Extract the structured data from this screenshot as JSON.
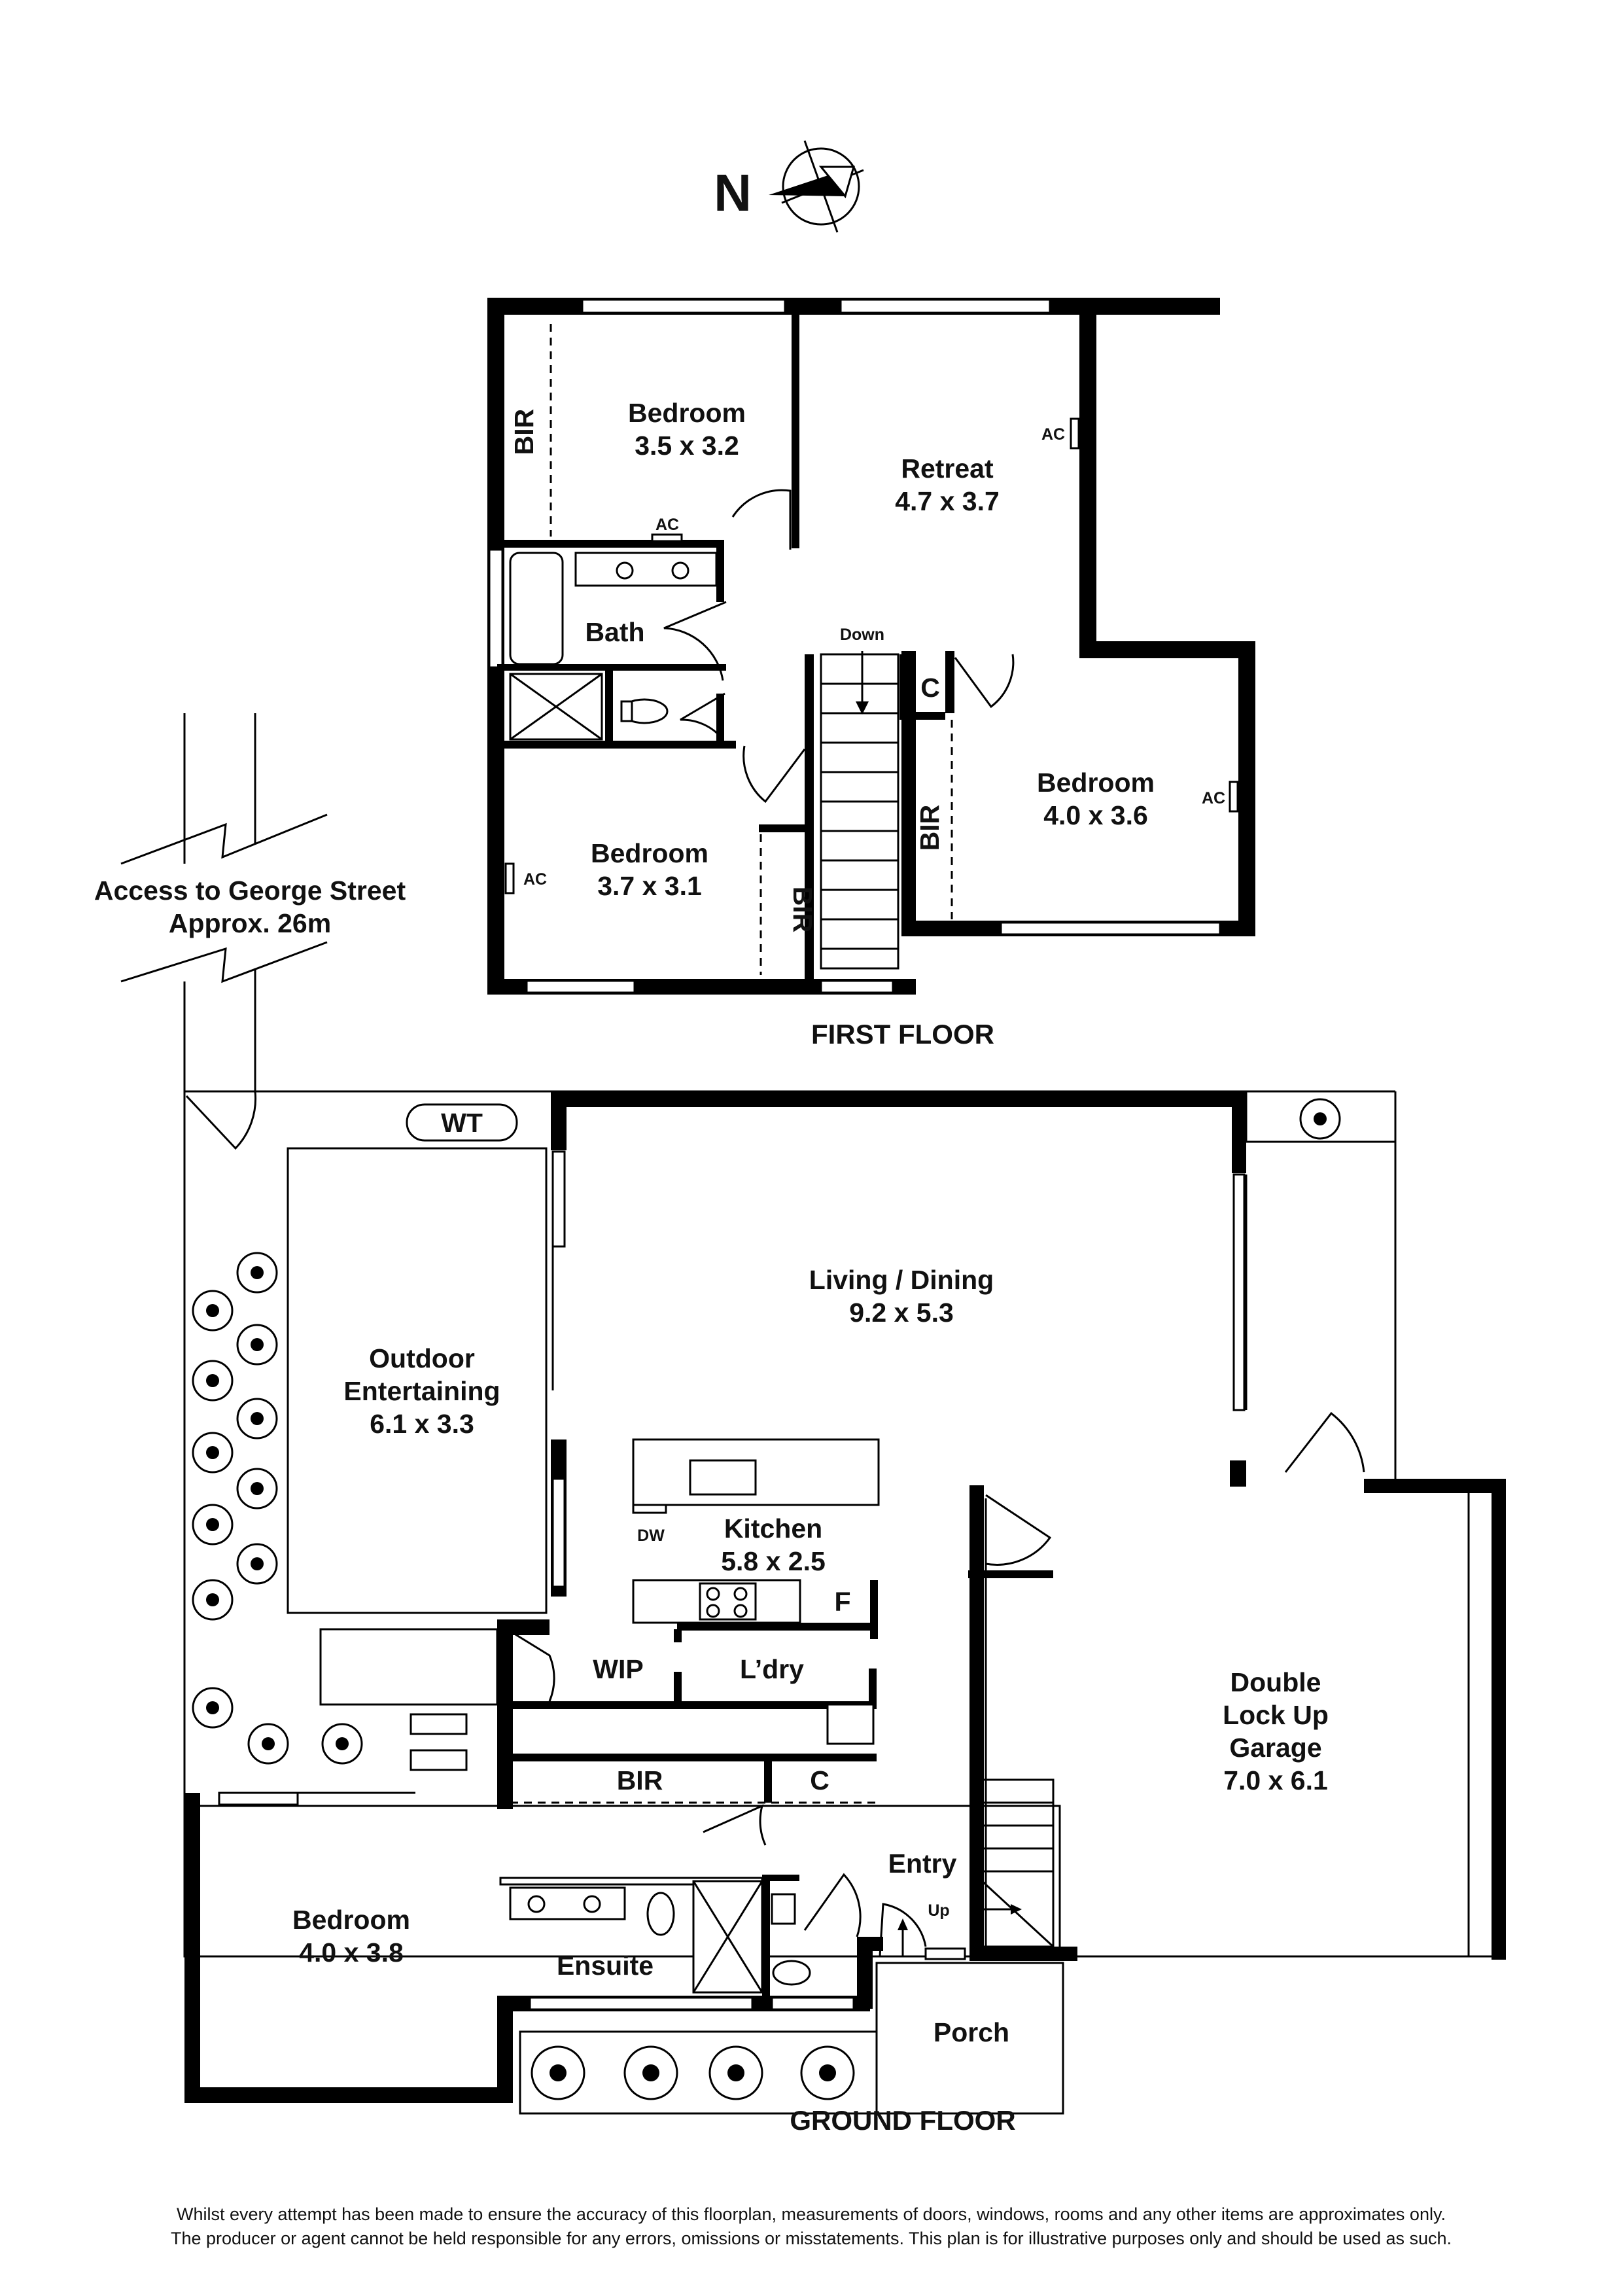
{
  "compass": {
    "letter": "N"
  },
  "first_floor": {
    "label": "FIRST FLOOR",
    "rooms": [
      {
        "name": "Bedroom",
        "size": "3.5 x 3.2"
      },
      {
        "name": "Retreat",
        "size": "4.7 x 3.7"
      },
      {
        "name": "Bath"
      },
      {
        "name": "Bedroom",
        "size": "4.0 x 3.6"
      },
      {
        "name": "Bedroom",
        "size": "3.7 x 3.1"
      }
    ],
    "tags": {
      "bir": "BIR",
      "ac": "AC",
      "c": "C",
      "down": "Down"
    }
  },
  "access_note": {
    "line1": "Access to George Street",
    "line2": "Approx. 26m"
  },
  "ground_floor": {
    "label": "GROUND FLOOR",
    "rooms": [
      {
        "name": "Living / Dining",
        "size": "9.2 x 5.3"
      },
      {
        "name_line1": "Outdoor",
        "name_line2": "Entertaining",
        "size": "6.1 x 3.3"
      },
      {
        "name": "Kitchen",
        "size": "5.8 x 2.5"
      },
      {
        "name_line1": "Double",
        "name_line2": "Lock Up",
        "name_line3": "Garage",
        "size": "7.0 x 6.1"
      },
      {
        "name": "Bedroom",
        "size": "4.0 x 3.8"
      },
      {
        "name": "Ensuite"
      },
      {
        "name": "Entry"
      },
      {
        "name": "Porch"
      }
    ],
    "tags": {
      "wt": "WT",
      "dw": "DW",
      "f": "F",
      "wip": "WIP",
      "ldry": "L’dry",
      "bir": "BIR",
      "c": "C",
      "up": "Up"
    }
  },
  "disclaimer": {
    "line1": "Whilst every attempt has been made to ensure the accuracy of this floorplan, measurements of doors, windows, rooms and any other items are approximates only.",
    "line2": "The producer or agent cannot be held responsible for any errors, omissions or misstatements. This plan is for illustrative purposes only and should be used as such."
  }
}
